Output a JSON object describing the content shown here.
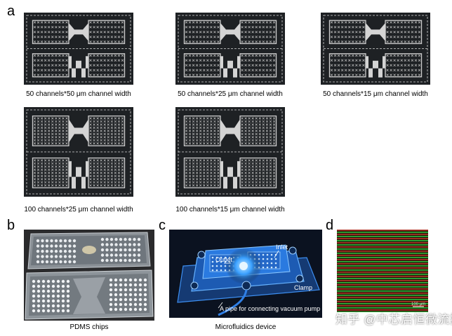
{
  "figure": {
    "panel_a": {
      "label": "a",
      "chips": [
        {
          "caption": "50 channels*50 μm channel width"
        },
        {
          "caption": "50 channels*25 μm channel width"
        },
        {
          "caption": "50 channels*15 μm channel width"
        },
        {
          "caption": "100 channels*25 μm channel width"
        },
        {
          "caption": "100 channels*15 μm channel width"
        }
      ]
    },
    "panel_b": {
      "label": "b",
      "caption": "PDMS chips"
    },
    "panel_c": {
      "label": "c",
      "caption": "Microfluidics device",
      "annotations": {
        "outlet": "Outlet",
        "inlet": "Inlet",
        "clamp": "Clamp",
        "pipe": "A pipe for connecting  vacuum pump"
      }
    },
    "panel_d": {
      "label": "d",
      "scale_text": "100 μm"
    },
    "watermark": "知乎 @中芯启恒微流控"
  },
  "colors": {
    "chip_background": "#1e2124",
    "device_blue": "#1e6fd8",
    "stripe_red": "#c0392b",
    "stripe_green": "#2ecc40"
  }
}
